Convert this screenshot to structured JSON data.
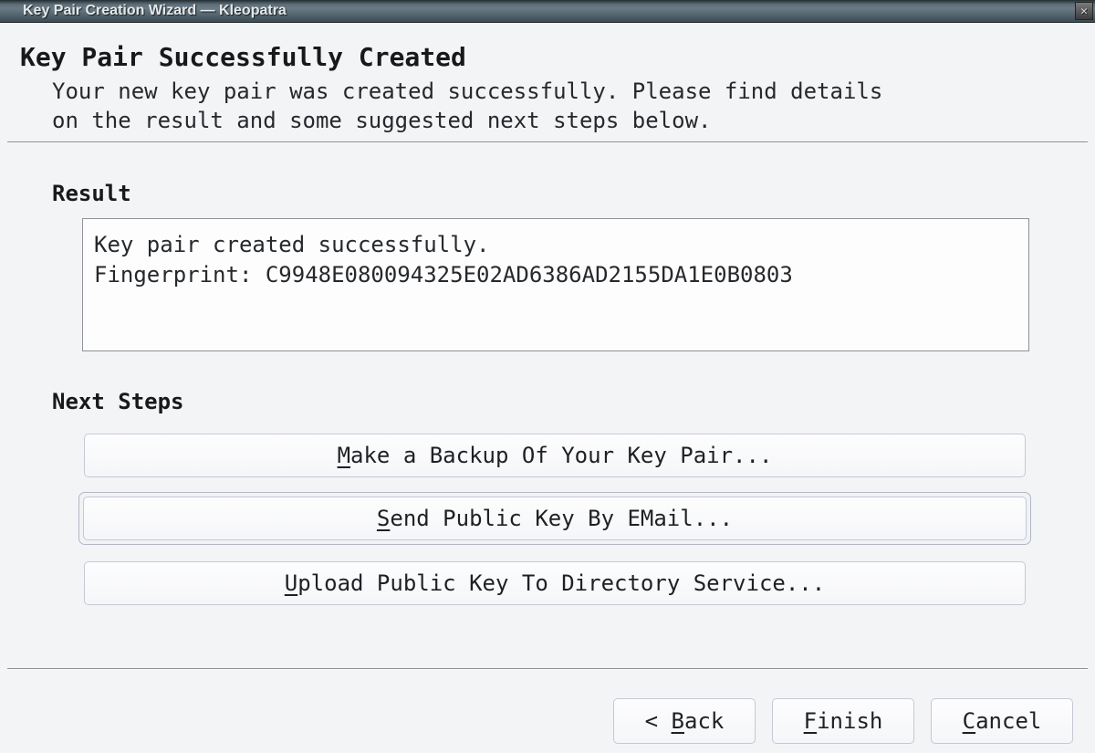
{
  "window": {
    "title": "Key Pair Creation Wizard — Kleopatra",
    "close_glyph": "✕"
  },
  "header": {
    "title": "Key Pair Successfully Created",
    "subtitle_line1": "Your new key pair was created successfully. Please find details",
    "subtitle_line2": "on the result and some suggested next steps below."
  },
  "result": {
    "label": "Result",
    "line1": "Key pair created successfully.",
    "line2": "Fingerprint: C9948E080094325E02AD6386AD2155DA1E0B0803"
  },
  "next_steps": {
    "label": "Next Steps",
    "buttons": [
      {
        "pre": "",
        "key": "M",
        "post": "ake a Backup Of Your Key Pair..."
      },
      {
        "pre": "",
        "key": "S",
        "post": "end Public Key By EMail..."
      },
      {
        "pre": "",
        "key": "U",
        "post": "pload Public Key To Directory Service..."
      }
    ]
  },
  "footer": {
    "back": {
      "pre": "< ",
      "key": "B",
      "post": "ack"
    },
    "finish": {
      "pre": "",
      "key": "F",
      "post": "inish"
    },
    "cancel": {
      "pre": "",
      "key": "C",
      "post": "ancel"
    }
  },
  "colors": {
    "titlebar_top": "#5d6e78",
    "titlebar_bottom": "#3c4b54",
    "body_background": "#f3f4f6",
    "button_border": "#c4c9d5",
    "box_border": "#8f9297"
  }
}
